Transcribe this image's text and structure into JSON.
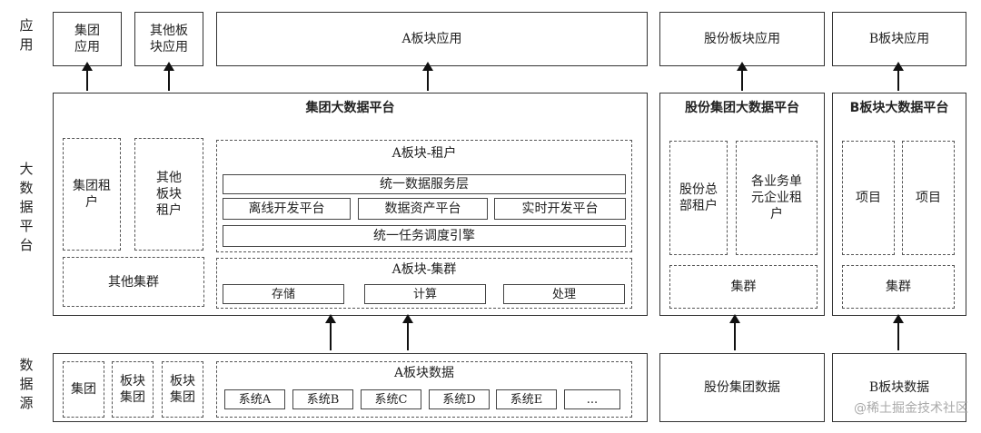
{
  "layers": {
    "app": "应\n用",
    "platform": "大\n数\n据\n平\n台",
    "source": "数\n据\n源"
  },
  "apps": {
    "group": "集团\n应用",
    "other": "其他板\n块应用",
    "a": "A板块应用",
    "share": "股份板块应用",
    "b": "B板块应用"
  },
  "group_platform": {
    "title": "集团大数据平台",
    "tenant_group": "集团租\n户",
    "tenant_other": "其他\n板块\n租户",
    "other_cluster": "其他集群",
    "a_tenant": {
      "title": "A板块-租户",
      "service_layer": "统一数据服务层",
      "offline": "离线开发平台",
      "asset": "数据资产平台",
      "realtime": "实时开发平台",
      "scheduler": "统一任务调度引擎"
    },
    "a_cluster": {
      "title": "A板块-集群",
      "storage": "存储",
      "compute": "计算",
      "process": "处理"
    }
  },
  "share_platform": {
    "title": "股份集团大数据平台",
    "hq_tenant": "股份总\n部租户",
    "biz_tenant": "各业务单\n元企业租\n户",
    "cluster": "集群"
  },
  "b_platform": {
    "title": "B板块大数据平台",
    "project1": "项目",
    "project2": "项目",
    "cluster": "集群"
  },
  "sources": {
    "group": "集团",
    "board_group1": "板块\n集团",
    "board_group2": "板块\n集团",
    "a_data": {
      "title": "A板块数据",
      "systems": [
        "系统A",
        "系统B",
        "系统C",
        "系统D",
        "系统E",
        "..."
      ]
    },
    "share_data": "股份集团数据",
    "b_data": "B板块数据"
  },
  "watermark": "@稀土掘金技术社区"
}
